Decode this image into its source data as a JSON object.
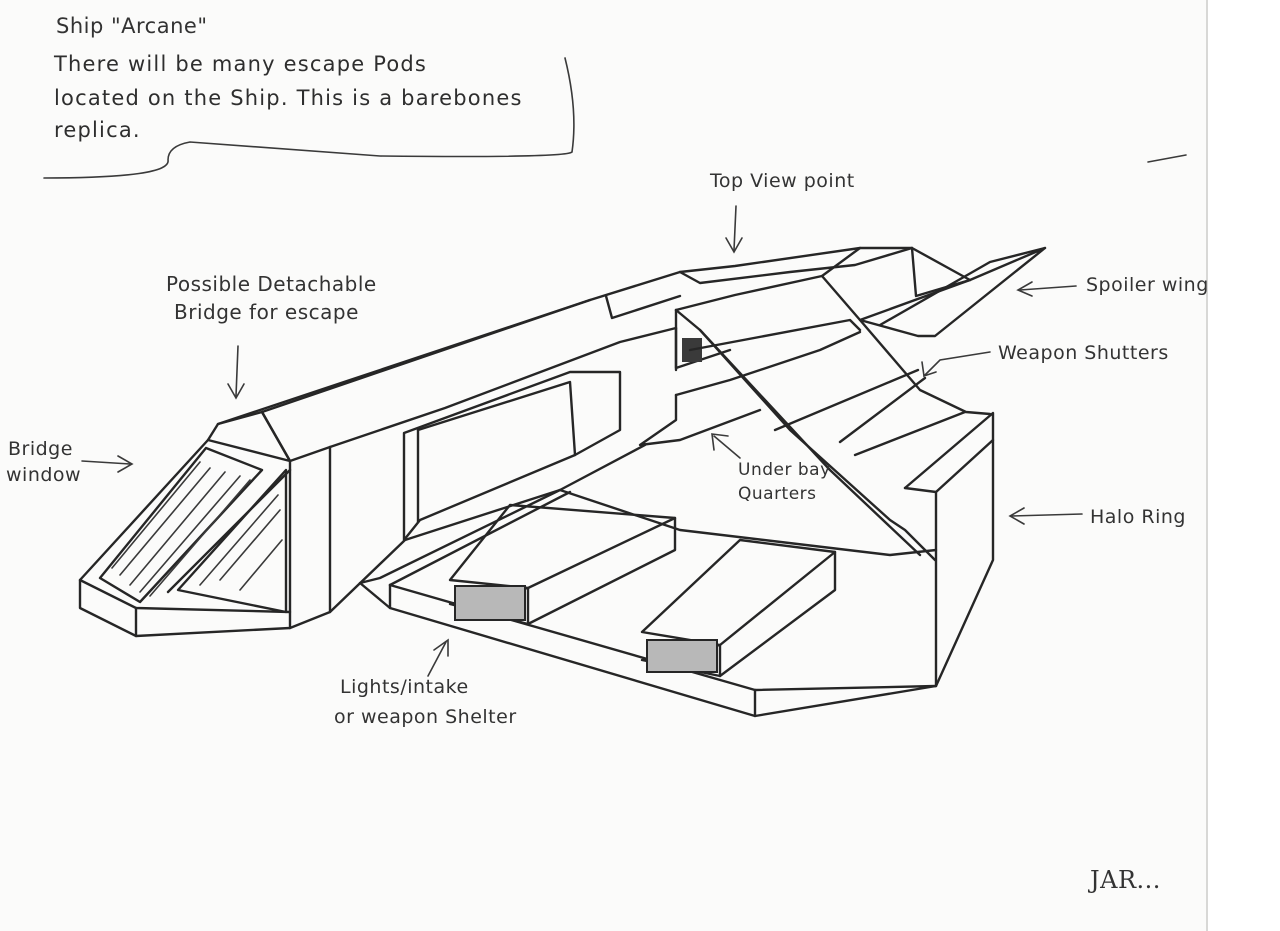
{
  "note": {
    "title": "Ship \"Arcane\"",
    "lines": [
      "There will be many escape Pods",
      "located on the Ship. This is a barebones",
      "replica."
    ]
  },
  "labels": {
    "top_view_point": "Top View point",
    "spoiler_wing": "Spoiler wing",
    "weapon_shutters": "Weapon Shutters",
    "detachable_bridge_1": "Possible Detachable",
    "detachable_bridge_2": "Bridge for escape",
    "bridge_window_1": "Bridge",
    "bridge_window_2": "window",
    "under_bay_1": "Under bay",
    "under_bay_2": "Quarters",
    "halo_ring": "Halo Ring",
    "lights_1": "Lights/intake",
    "lights_2": "or weapon Shelter"
  },
  "signature": "JAR...",
  "colors": {
    "ink": "#262626",
    "paper": "#fbfbfa",
    "shading": "#9a9a9a"
  }
}
